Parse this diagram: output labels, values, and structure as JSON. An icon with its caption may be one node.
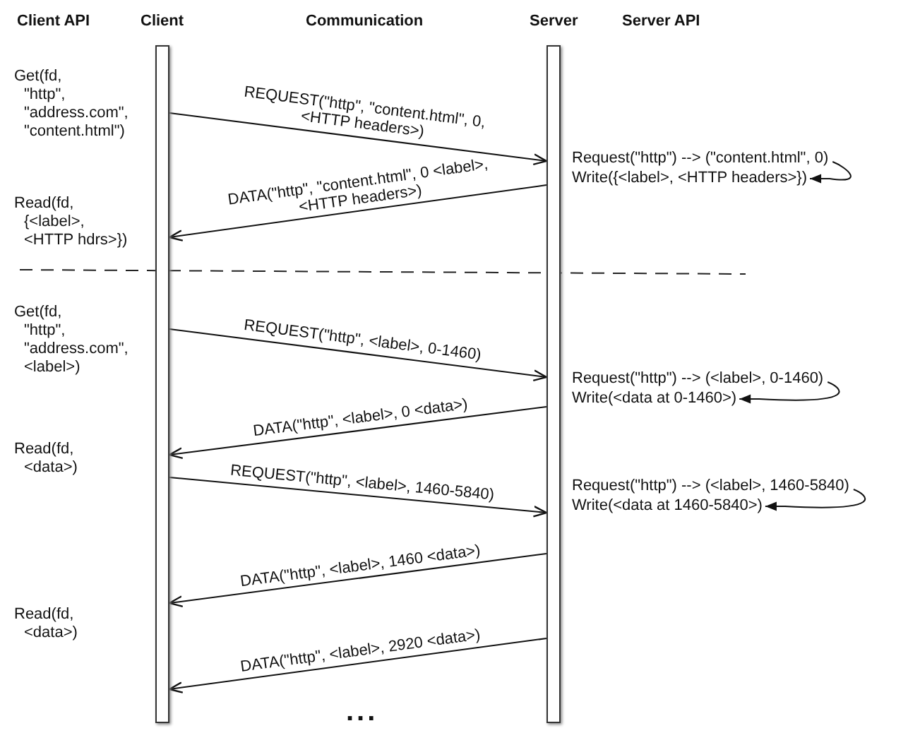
{
  "diagram": {
    "nodes": [
      {
        "text": [
          "Client"
        ]
      },
      {
        "text": [
          "Server"
        ]
      },
      {
        "text": [
          "Request(\"http\") --> (\"content.html\", 0)"
        ]
      },
      {
        "text": [
          "Write({<label>, <HTTP headers>})"
        ]
      },
      {
        "text": [
          "Request(\"http\") --> (<label>, 0-1460)"
        ]
      },
      {
        "text": [
          "Write(<data at 0-1460>)"
        ]
      },
      {
        "text": [
          "Request(\"http\") --> (<label>, 1460-5840)"
        ]
      },
      {
        "text": [
          "Write(<data at 1460-5840>)"
        ]
      }
    ],
    "edges": [
      {
        "from": 0,
        "to": 1,
        "arrow": "to",
        "label": "REQUEST(\"http\", \"content.html\", 0, <HTTP headers>)"
      },
      {
        "from": 1,
        "to": 0,
        "arrow": "to",
        "label": "DATA(\"http\", \"content.html\", 0 <label>, <HTTP headers>)"
      },
      {
        "from": 0,
        "to": 1,
        "arrow": "to",
        "label": "REQUEST(\"http\", <label>, 0-1460)"
      },
      {
        "from": 1,
        "to": 0,
        "arrow": "to",
        "label": "DATA(\"http\", <label>, 0 <data>)"
      },
      {
        "from": 0,
        "to": 1,
        "arrow": "to",
        "label": "REQUEST(\"http\", <label>, 1460-5840)"
      },
      {
        "from": 1,
        "to": 0,
        "arrow": "to",
        "label": "DATA(\"http\", <label>, 1460 <data>)"
      },
      {
        "from": 1,
        "to": 0,
        "arrow": "to",
        "label": "DATA(\"http\", <label>, 2920 <data>)"
      },
      {
        "from": 2,
        "to": 3,
        "arrow": "to"
      },
      {
        "from": 4,
        "to": 5,
        "arrow": "to"
      },
      {
        "from": 6,
        "to": 7,
        "arrow": "to"
      }
    ],
    "labels": [
      "Client API",
      "Communication",
      "Server API",
      "Get(fd, \"http\", \"address.com\", \"content.html\")",
      "Read(fd, {<label>, <HTTP hdrs>})",
      "Get(fd, \"http\", \"address.com\", <label>)",
      "Read(fd, <data>)",
      "Read(fd, <data>)",
      "..."
    ]
  }
}
